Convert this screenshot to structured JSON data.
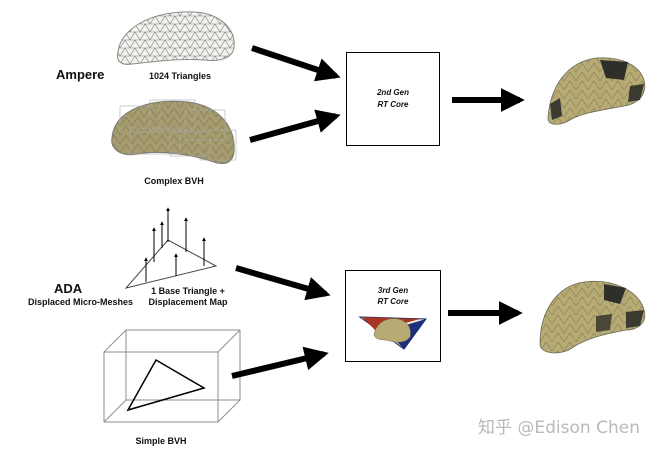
{
  "ampere": {
    "title": "Ampere",
    "triangles_label": "1024 Triangles",
    "bvh_label": "Complex BVH",
    "core_line1": "2nd Gen",
    "core_line2": "RT Core"
  },
  "ada": {
    "title": "ADA",
    "subtitle": "Displaced Micro-Meshes",
    "base_label_line1": "1 Base Triangle +",
    "base_label_line2": "Displacement Map",
    "bvh_label": "Simple BVH",
    "core_line1": "3rd Gen",
    "core_line2": "RT Core"
  },
  "watermark": "知乎 @Edison Chen",
  "colors": {
    "mesh_fill": "#b3a878",
    "mesh_dark": "#3a3a30",
    "wire": "#9a9a9a",
    "arrow": "#000000"
  }
}
